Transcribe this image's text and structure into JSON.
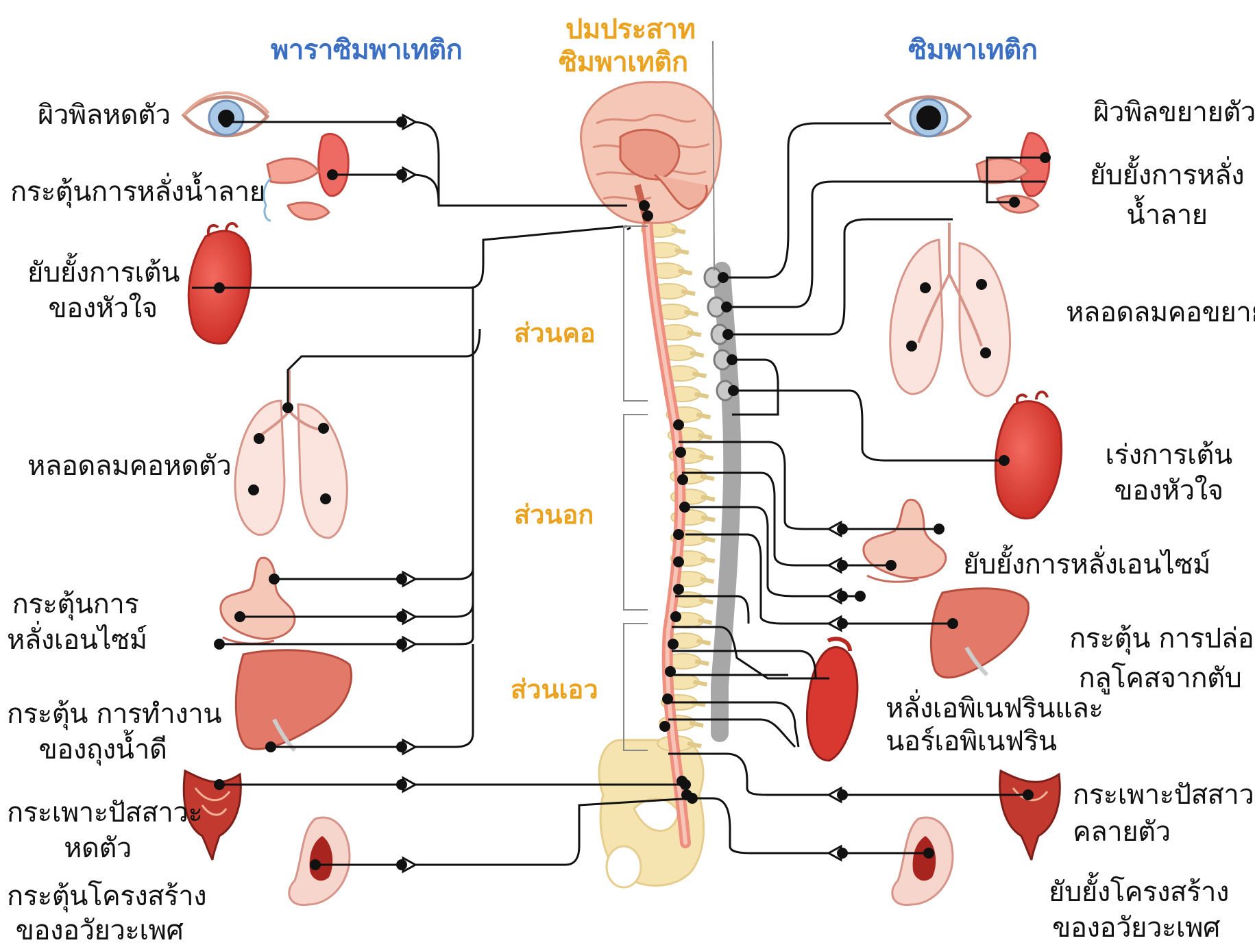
{
  "colors": {
    "parasympathetic": "#3a6fc4",
    "center": "#eba31f",
    "organ": "#e2423c",
    "organ_light": "#f3b9ab",
    "bone": "#f5e3b0",
    "chain": "#a7a7a7",
    "wire": "#111111"
  },
  "headers": {
    "parasympathetic": "พาราซิมพาเทติก",
    "center_line1": "ปมประสาท",
    "center_line2": "ซิมพาเทติก",
    "sympathetic": "ซิมพาเทติก"
  },
  "regions": {
    "cervical": "ส่วนคอ",
    "thoracic": "ส่วนอก",
    "lumbar": "ส่วนเอว"
  },
  "left": {
    "pupil": "ผิวพิลหดตัว",
    "saliva": "กระตุ้นการหลั่งน้ำลาย",
    "heart_1": "ยับยั้งการเต้น",
    "heart_2": "ของหัวใจ",
    "lung": "หลอดลมคอหดตัว",
    "enzyme_1": "กระตุ้นการ",
    "enzyme_2": "หลั่งเอนไซม์",
    "gall_1": "กระตุ้น การทำงาน",
    "gall_2": "ของถุงน้ำดี",
    "bladder_1": "กระเพาะปัสสาวะ",
    "bladder_2": "หดตัว",
    "genital_1": "กระตุ้นโครงสร้าง",
    "genital_2": "ของอวัยวะเพศ"
  },
  "right": {
    "pupil": "ผิวพิลขยายตัว",
    "saliva_1": "ยับยั้งการหลั่ง",
    "saliva_2": "น้ำลาย",
    "lung": "หลอดลมคอขยาย",
    "heart_1": "เร่งการเต้น",
    "heart_2": "ของหัวใจ",
    "enzyme": "ยับยั้งการหลั่งเอนไซม์",
    "liver_1": "กระตุ้น การปล่อย",
    "liver_2": "กลูโคสจากตับ",
    "adrenal_1": "หลั่งเอพิเนฟรินและ",
    "adrenal_2": "นอร์เอพิเนฟริน",
    "bladder_1": "กระเพาะปัสสาวะ",
    "bladder_2": "คลายตัว",
    "genital_1": "ยับยั้งโครงสร้าง",
    "genital_2": "ของอวัยวะเพศ"
  }
}
